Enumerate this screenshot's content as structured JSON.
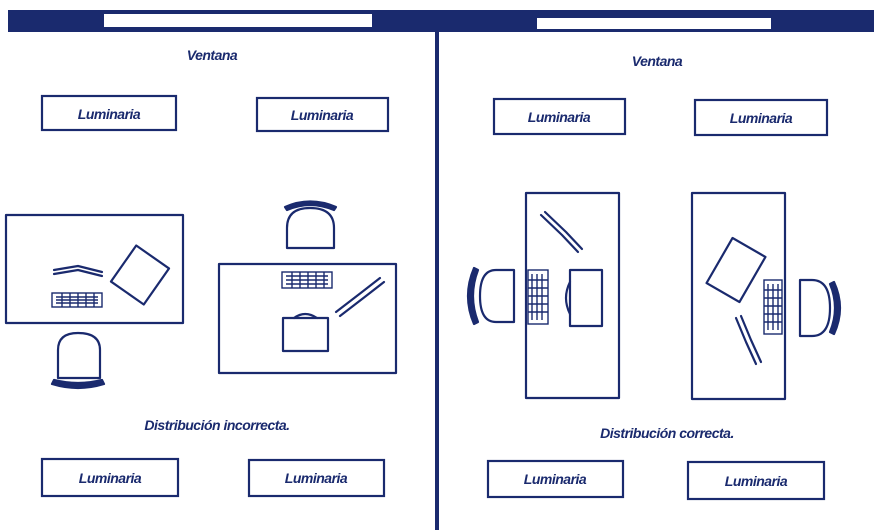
{
  "left_panel": {
    "window_label": "Ventana",
    "luminaires_top": [
      "Luminaria",
      "Luminaria"
    ],
    "caption": "Distribución incorrecta.",
    "luminaires_bottom": [
      "Luminaria",
      "Luminaria"
    ]
  },
  "right_panel": {
    "window_label": "Ventana",
    "luminaires_top": [
      "Luminaria",
      "Luminaria"
    ],
    "caption": "Distribución correcta.",
    "luminaires_bottom": [
      "Luminaria",
      "Luminaria"
    ]
  },
  "colors": {
    "ink": "#1a2a6e",
    "background": "#ffffff"
  }
}
